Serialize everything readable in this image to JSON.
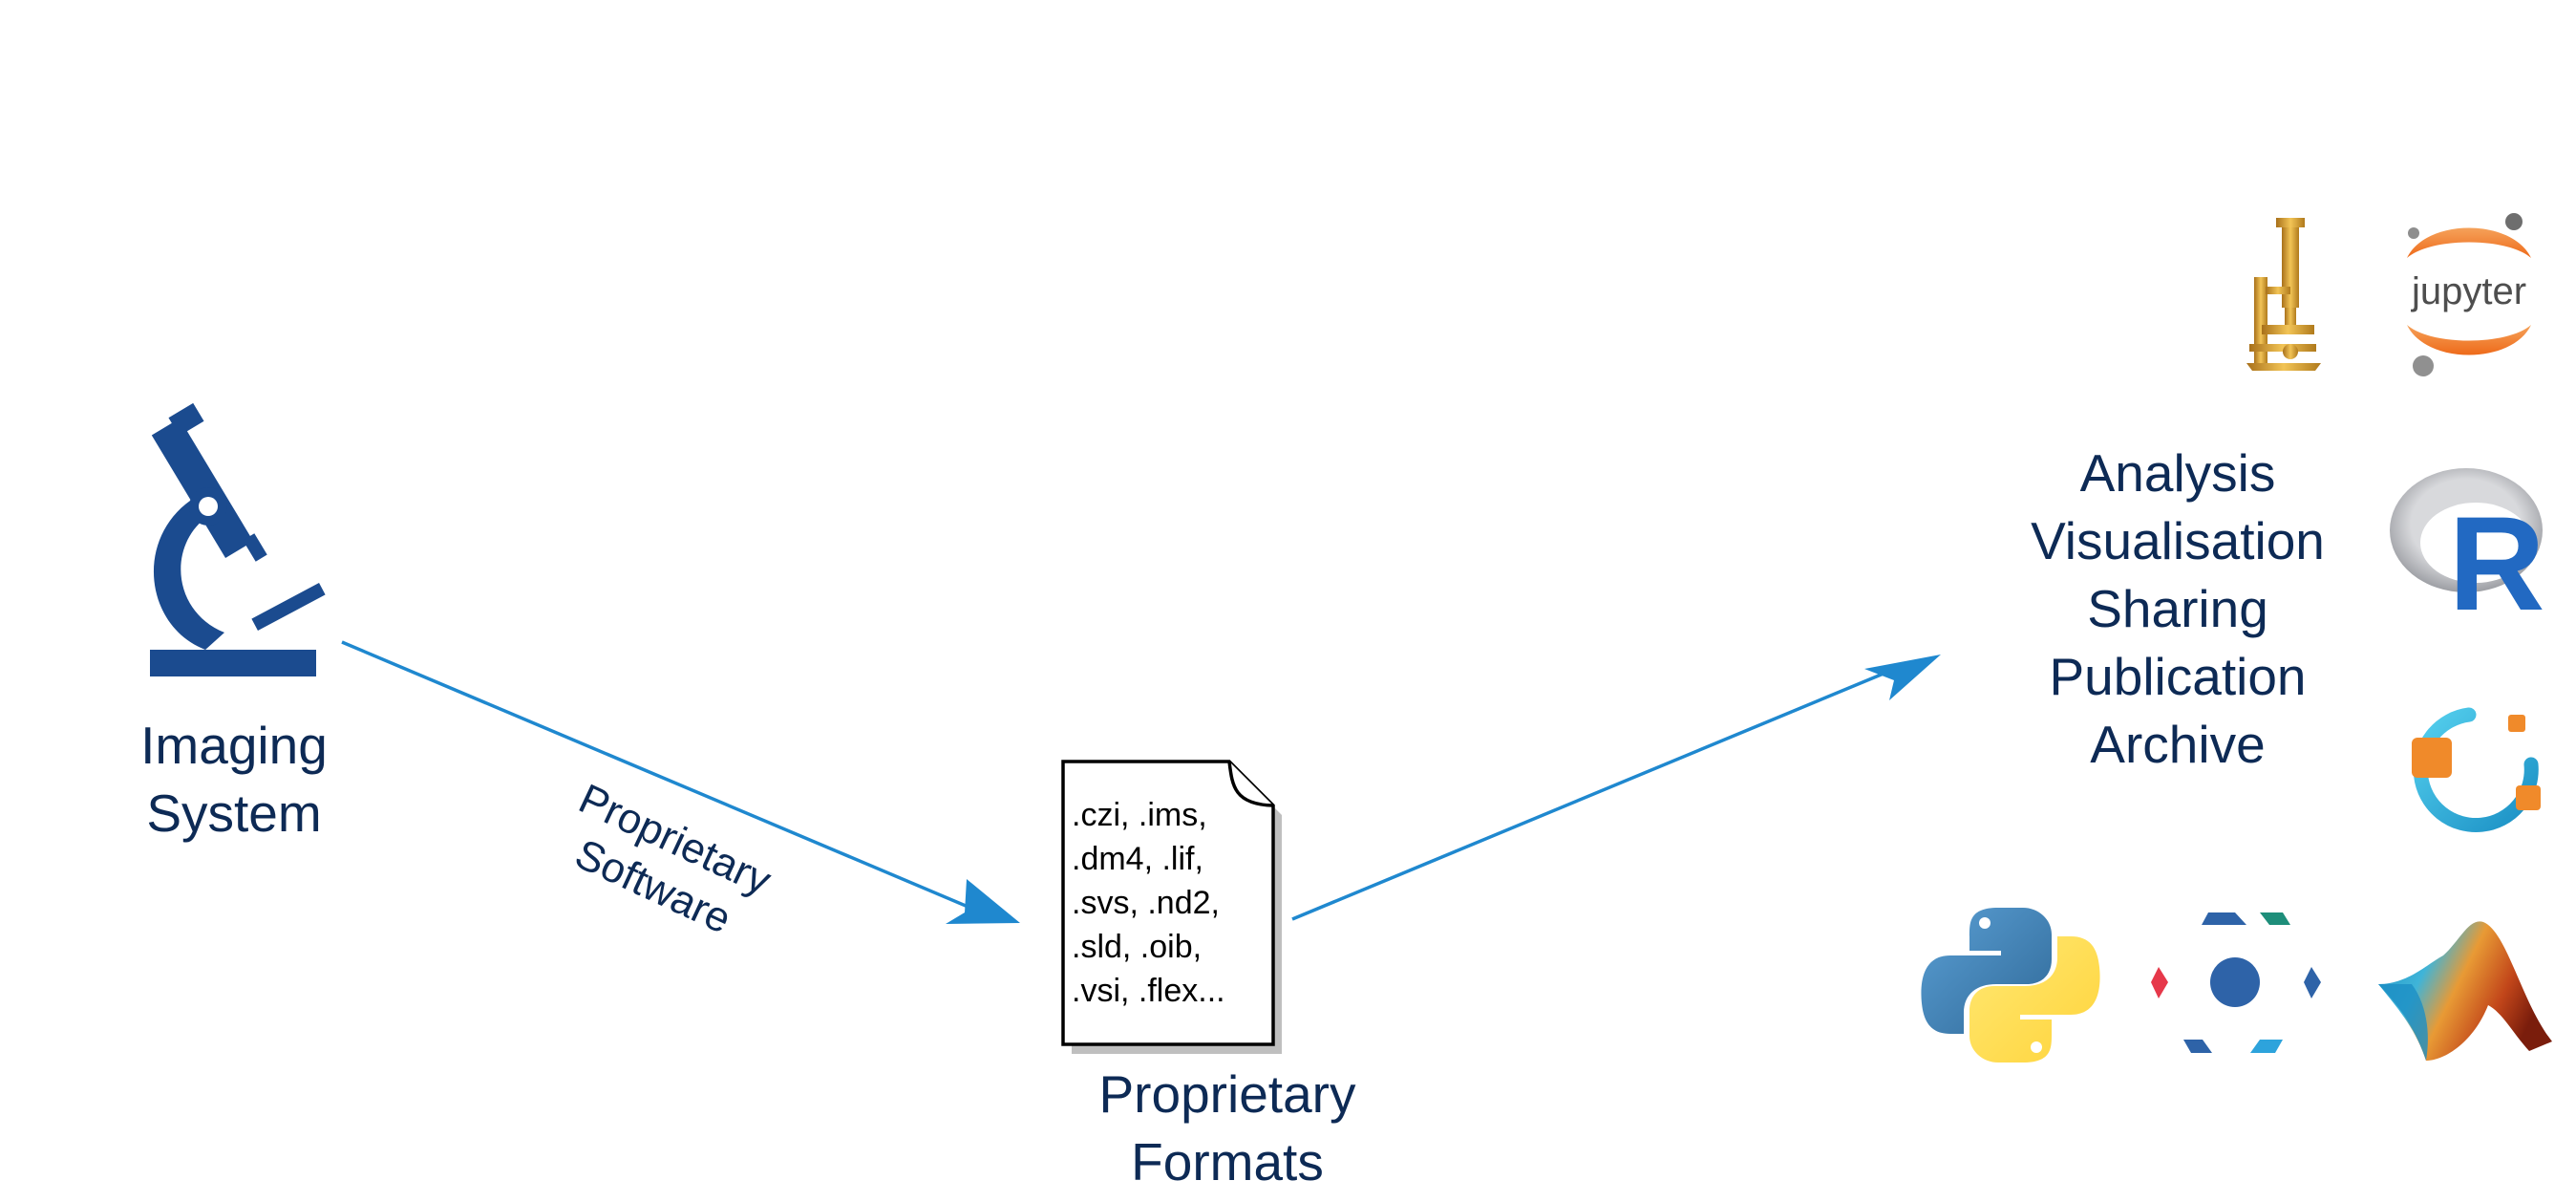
{
  "colors": {
    "text": "#0d2a55",
    "microscope": "#1b4b8f",
    "arrow": "#1f88cf",
    "matlab_gradient": [
      "#1d6fb8",
      "#e0842a",
      "#8a2a12"
    ],
    "python_blue": "#3f78b0",
    "python_yellow": "#f3cd3a",
    "jupyter_orange": "#f07a26",
    "r_blue": "#2269c2",
    "napari": [
      "#2e63a8",
      "#1e8e7a",
      "#e6384a",
      "#2da3dc"
    ],
    "gold": "#d69b28"
  },
  "source": {
    "icon": "microscope-icon",
    "label_lines": [
      "Imaging",
      "System"
    ]
  },
  "edge_left": {
    "label_lines": [
      "Proprietary",
      "Software"
    ]
  },
  "file": {
    "icon": "document-icon",
    "extensions": [
      ".czi, .ims,",
      ".dm4, .lif,",
      ".svs, .nd2,",
      ".sld, .oib,",
      ".vsi, .flex..."
    ],
    "label_lines": [
      "Proprietary",
      "Formats"
    ]
  },
  "targets": {
    "uses": [
      "Analysis",
      "Visualisation",
      "Sharing",
      "Publication",
      "Archive"
    ],
    "jupyter_wordmark": "jupyter",
    "r_letter": "R",
    "tools": [
      "vintage-microscope-icon",
      "jupyter-logo-icon",
      "r-logo-icon",
      "omero-logo-icon",
      "python-logo-icon",
      "napari-logo-icon",
      "matlab-logo-icon"
    ]
  }
}
